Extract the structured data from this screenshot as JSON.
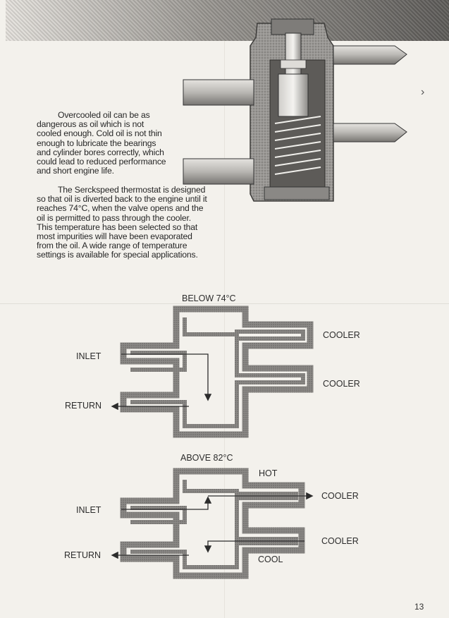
{
  "paragraphs": {
    "p1": "Overcooled oil can be as dangerous as oil which is not cooled enough. Cold oil is not thin enough to lubricate the bearings and cylinder bores correctly, which could lead to reduced performance and short engine life.",
    "p2": "The Serckspeed thermostat is designed so that oil is diverted back to the engine until it reaches 74°C, when the valve opens and the oil is permitted to pass through the cooler. This temperature has been selected so that most impurities will have been evaporated from the oil. A wide range of temperature settings is available for special applications."
  },
  "diagram_below": {
    "title": "BELOW 74°C",
    "inlet": "INLET",
    "return": "RETURN",
    "cooler_top": "COOLER",
    "cooler_bottom": "COOLER"
  },
  "diagram_above": {
    "title": "ABOVE 82°C",
    "inlet": "INLET",
    "return": "RETURN",
    "hot": "HOT",
    "cool": "COOL",
    "cooler_top": "COOLER",
    "cooler_bottom": "COOLER"
  },
  "page_number": "13",
  "colors": {
    "paper": "#f3f1ec",
    "ink": "#2a2a2a",
    "metal": "#8f8d8a"
  }
}
